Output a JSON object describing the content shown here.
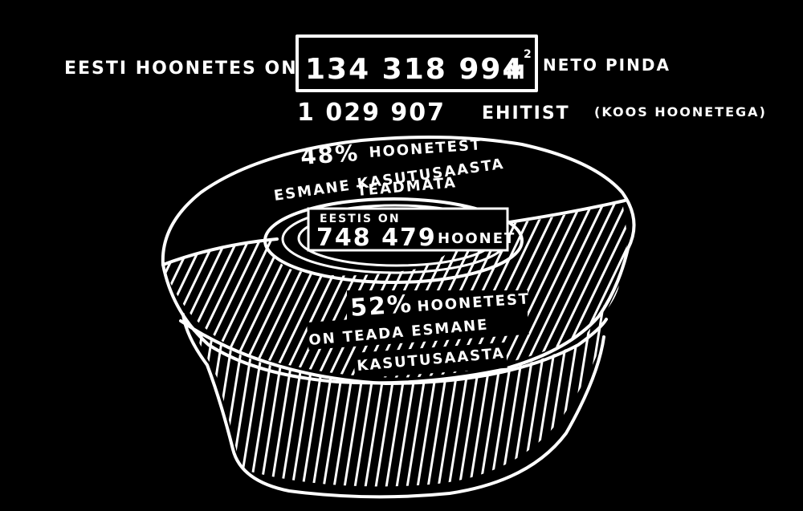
{
  "header": {
    "prefix": "EESTI HOONETES ON",
    "area_value": "134 318 994",
    "area_unit": "M",
    "area_unit_power": "2",
    "suffix": "NETO PINDA",
    "structures_count": "1 029 907",
    "structures_label": "EHITIST",
    "structures_note": "(KOOS HOONETEGA)"
  },
  "center": {
    "line1": "EESTIS ON",
    "count": "748 479",
    "unit": "HOONET"
  },
  "unknown": {
    "percent": "48%",
    "line1": "HOONETEST",
    "line2": "ESMANE KASUTUSAASTA",
    "line3": "TEADMATA",
    "share": 48
  },
  "known": {
    "percent": "52%",
    "line1": "HOONETEST",
    "line2": "ON TEADA ESMANE",
    "line3": "KASUTUSAASTA",
    "share": 52
  },
  "colors": {
    "background": "#000000",
    "ink": "#ffffff"
  }
}
